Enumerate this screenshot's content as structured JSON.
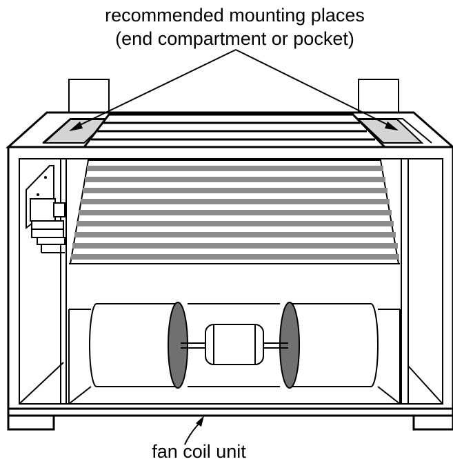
{
  "labels": {
    "top_line_1": "recommended mounting places",
    "top_line_2": "(end compartment or pocket)",
    "bottom": "fan coil unit"
  },
  "colors": {
    "line": "#000000",
    "fill": "#ffffff",
    "pocket_fill": "#d4d4d4",
    "slat_gray": "#8c8c8c",
    "disc_gray": "#707070"
  }
}
